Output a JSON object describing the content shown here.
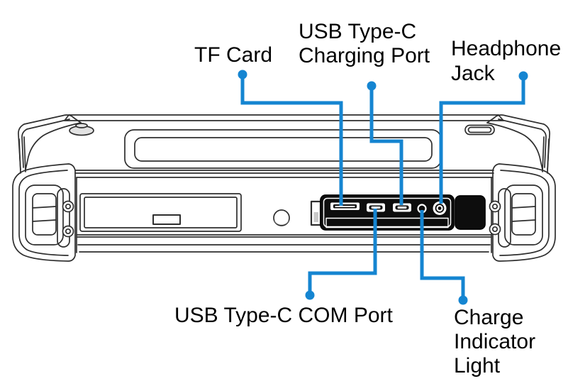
{
  "diagram": {
    "accent_color": "#1585d1",
    "stroke_color": "#2e2e2e",
    "panel_color": "#0d0d0d",
    "labels": {
      "tf_card": "TF Card",
      "usb_charging_line1": "USB Type-C",
      "usb_charging_line2": "Charging Port",
      "headphone_line1": "Headphone",
      "headphone_line2": "Jack",
      "usb_com": "USB Type-C COM Port",
      "charge_line1": "Charge",
      "charge_line2": "Indicator",
      "charge_line3": "Light"
    }
  }
}
